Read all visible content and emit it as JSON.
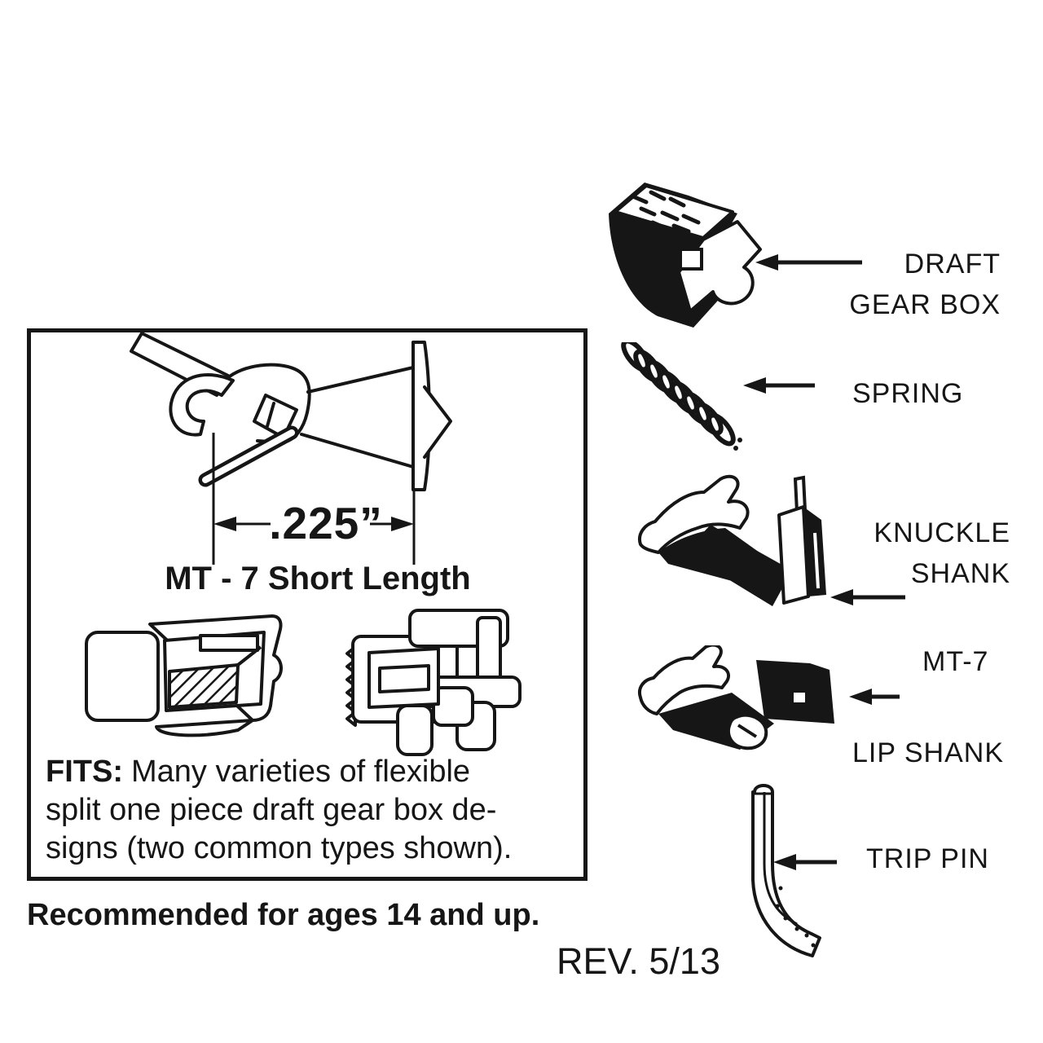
{
  "colors": {
    "ink": "#161616",
    "paper": "#ffffff"
  },
  "fits_panel": {
    "dimension_value": ".225”",
    "caption": "MT - 7 Short Length",
    "fits_label": "FITS:",
    "fits_line1": "Many varieties of flexible",
    "fits_line2": "split one piece draft gear box de-",
    "fits_line3": "signs (two common types shown)."
  },
  "age_recommendation": "Recommended for ages 14 and up.",
  "revision": "REV. 5/13",
  "parts": {
    "draft_gear_box": {
      "line1": "DRAFT",
      "line2": "GEAR BOX"
    },
    "spring": {
      "label": "SPRING"
    },
    "knuckle_shank": {
      "line1": "KNUCKLE",
      "line2": "SHANK"
    },
    "mt7": {
      "label": "MT-7"
    },
    "lip_shank": {
      "label": "LIP SHANK"
    },
    "trip_pin": {
      "label": "TRIP PIN"
    }
  }
}
